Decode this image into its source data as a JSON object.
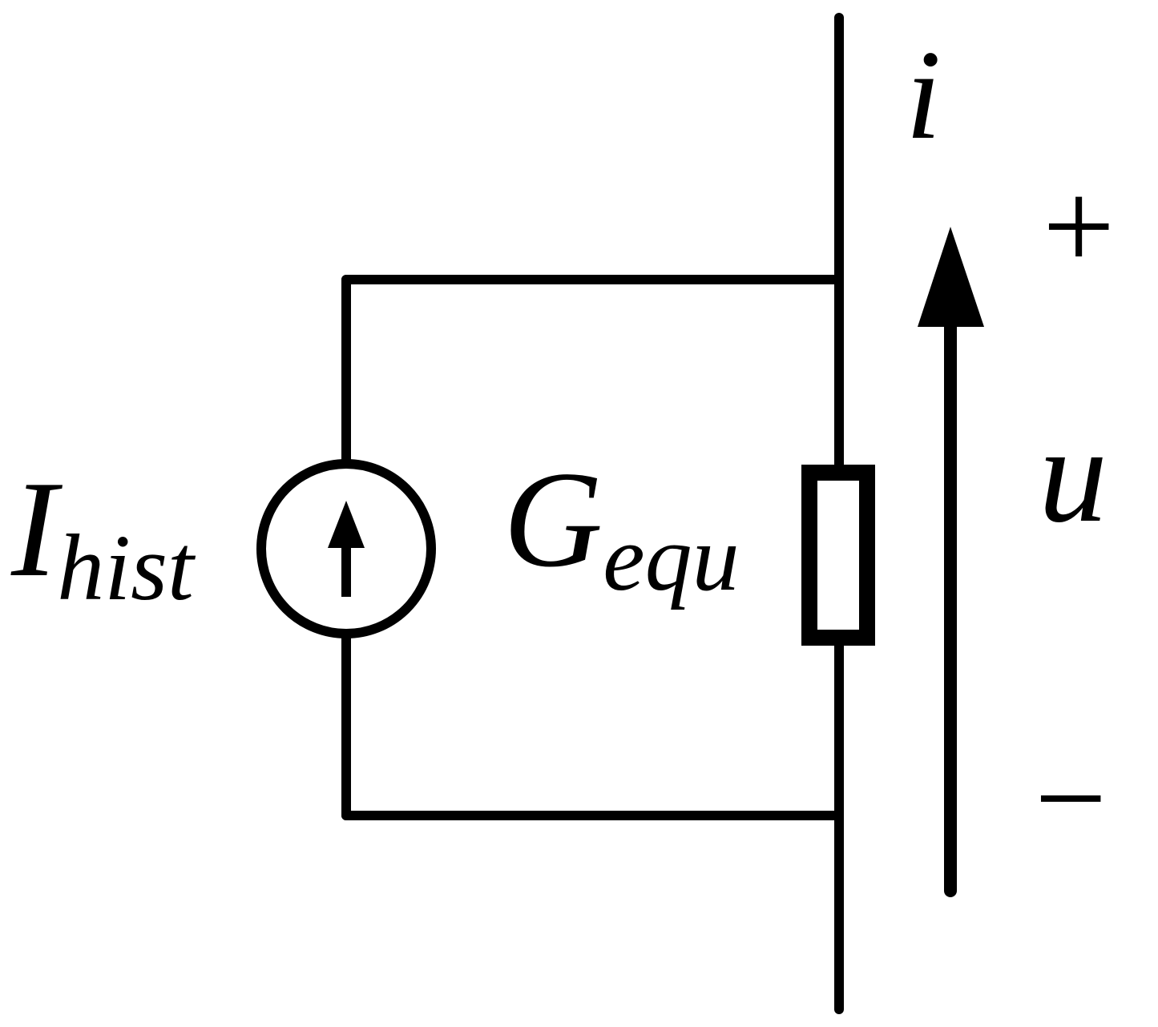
{
  "labels": {
    "current_source": {
      "main": "I",
      "sub": "hist"
    },
    "conductance": {
      "main": "G",
      "sub": "equ"
    },
    "current": "i",
    "voltage": "u",
    "plus": "+",
    "minus": "−"
  },
  "colors": {
    "ink": "#000000",
    "background": "#ffffff"
  }
}
